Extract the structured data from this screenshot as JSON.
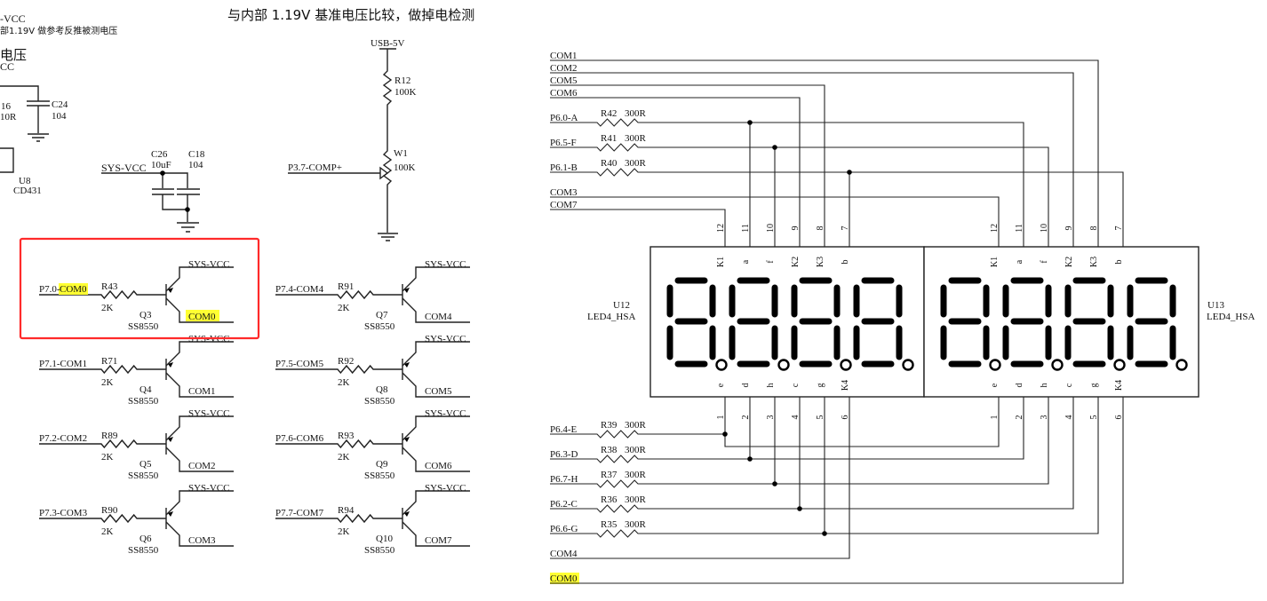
{
  "annotations": {
    "top_left_line1": "-VCC",
    "top_left_line2": "部1.19V 做参考反推被测电压",
    "top_left_heading": "电压",
    "top_left_line3": "CC",
    "top_center_title": "与内部 1.19V 基准电压比较，做掉电检测"
  },
  "left_power": {
    "r16_ref": "16",
    "r16_value": "10R",
    "c24_ref": "C24",
    "c24_value": "104",
    "u8_ref": "U8",
    "u8_value": "CD431",
    "sys_vcc_net": "SYS-VCC",
    "c26_ref": "C26",
    "c26_value": "10uF",
    "c18_ref": "C18",
    "c18_value": "104"
  },
  "comparator": {
    "supply_net": "USB-5V",
    "r12_ref": "R12",
    "r12_value": "100K",
    "w1_ref": "W1",
    "w1_value": "100K",
    "input_net": "P3.7-COMP+"
  },
  "highlight_color": "#ffff33",
  "selection_box_color": "#ff2a2a",
  "drivers": [
    {
      "input": "P7.0-",
      "input_hl": "COM0",
      "res_ref": "R43",
      "res_value": "2K",
      "q_ref": "Q3",
      "q_part": "SS8550",
      "vcc": "SYS-VCC",
      "out": "COM0",
      "highlighted": true
    },
    {
      "input": "P7.1-COM1",
      "input_hl": "",
      "res_ref": "R71",
      "res_value": "2K",
      "q_ref": "Q4",
      "q_part": "SS8550",
      "vcc": "SYS-VCC",
      "out": "COM1",
      "highlighted": false
    },
    {
      "input": "P7.2-COM2",
      "input_hl": "",
      "res_ref": "R89",
      "res_value": "2K",
      "q_ref": "Q5",
      "q_part": "SS8550",
      "vcc": "SYS-VCC",
      "out": "COM2",
      "highlighted": false
    },
    {
      "input": "P7.3-COM3",
      "input_hl": "",
      "res_ref": "R90",
      "res_value": "2K",
      "q_ref": "Q6",
      "q_part": "SS8550",
      "vcc": "SYS-VCC",
      "out": "COM3",
      "highlighted": false
    },
    {
      "input": "P7.4-COM4",
      "input_hl": "",
      "res_ref": "R91",
      "res_value": "2K",
      "q_ref": "Q7",
      "q_part": "SS8550",
      "vcc": "SYS-VCC",
      "out": "COM4",
      "highlighted": false
    },
    {
      "input": "P7.5-COM5",
      "input_hl": "",
      "res_ref": "R92",
      "res_value": "2K",
      "q_ref": "Q8",
      "q_part": "SS8550",
      "vcc": "SYS-VCC",
      "out": "COM5",
      "highlighted": false
    },
    {
      "input": "P7.6-COM6",
      "input_hl": "",
      "res_ref": "R93",
      "res_value": "2K",
      "q_ref": "Q9",
      "q_part": "SS8550",
      "vcc": "SYS-VCC",
      "out": "COM6",
      "highlighted": false
    },
    {
      "input": "P7.7-COM7",
      "input_hl": "",
      "res_ref": "R94",
      "res_value": "2K",
      "q_ref": "Q10",
      "q_part": "SS8550",
      "vcc": "SYS-VCC",
      "out": "COM7",
      "highlighted": false
    }
  ],
  "top_nets": [
    {
      "name": "COM1",
      "resistor": null,
      "left_pin": null,
      "right_pin": "8"
    },
    {
      "name": "COM2",
      "resistor": null,
      "left_pin": null,
      "right_pin": "9"
    },
    {
      "name": "COM5",
      "resistor": null,
      "left_pin": "8",
      "right_pin": null
    },
    {
      "name": "COM6",
      "resistor": null,
      "left_pin": "9",
      "right_pin": null
    },
    {
      "name": "P6.0-A",
      "resistor": {
        "ref": "R42",
        "value": "300R"
      },
      "left_pin": "11",
      "right_pin": "11"
    },
    {
      "name": "P6.5-F",
      "resistor": {
        "ref": "R41",
        "value": "300R"
      },
      "left_pin": "10",
      "right_pin": "10"
    },
    {
      "name": "P6.1-B",
      "resistor": {
        "ref": "R40",
        "value": "300R"
      },
      "left_pin": "7",
      "right_pin": "7"
    },
    {
      "name": "COM3",
      "resistor": null,
      "left_pin": null,
      "right_pin": "12"
    },
    {
      "name": "COM7",
      "resistor": null,
      "left_pin": "12",
      "right_pin": null
    }
  ],
  "bottom_nets": [
    {
      "name": "P6.4-E",
      "resistor": {
        "ref": "R39",
        "value": "300R"
      },
      "left_pin": "1",
      "right_pin": "1"
    },
    {
      "name": "P6.3-D",
      "resistor": {
        "ref": "R38",
        "value": "300R"
      },
      "left_pin": "2",
      "right_pin": "2"
    },
    {
      "name": "P6.7-H",
      "resistor": {
        "ref": "R37",
        "value": "300R"
      },
      "left_pin": "3",
      "right_pin": "3"
    },
    {
      "name": "P6.2-C",
      "resistor": {
        "ref": "R36",
        "value": "300R"
      },
      "left_pin": "4",
      "right_pin": "4"
    },
    {
      "name": "P6.6-G",
      "resistor": {
        "ref": "R35",
        "value": "300R"
      },
      "left_pin": "5",
      "right_pin": "5"
    },
    {
      "name": "COM4",
      "resistor": null,
      "left_pin": "6",
      "right_pin": null
    },
    {
      "name": "COM0",
      "resistor": null,
      "left_pin": null,
      "right_pin": "6",
      "highlighted": true
    }
  ],
  "displays": [
    {
      "ref": "U12",
      "part": "LED4_HSA",
      "digits": 4,
      "top_pins": [
        "12",
        "11",
        "10",
        "9",
        "8",
        "7"
      ],
      "top_pin_names": [
        "K1",
        "a",
        "f",
        "K2",
        "K3",
        "b"
      ],
      "bottom_pins": [
        "1",
        "2",
        "3",
        "4",
        "5",
        "6"
      ],
      "bottom_pin_names": [
        "e",
        "d",
        "h",
        "c",
        "g",
        "K4"
      ]
    },
    {
      "ref": "U13",
      "part": "LED4_HSA",
      "digits": 4,
      "top_pins": [
        "12",
        "11",
        "10",
        "9",
        "8",
        "7"
      ],
      "top_pin_names": [
        "K1",
        "a",
        "f",
        "K2",
        "K3",
        "b"
      ],
      "bottom_pins": [
        "1",
        "2",
        "3",
        "4",
        "5",
        "6"
      ],
      "bottom_pin_names": [
        "e",
        "d",
        "h",
        "c",
        "g",
        "K4"
      ]
    }
  ]
}
